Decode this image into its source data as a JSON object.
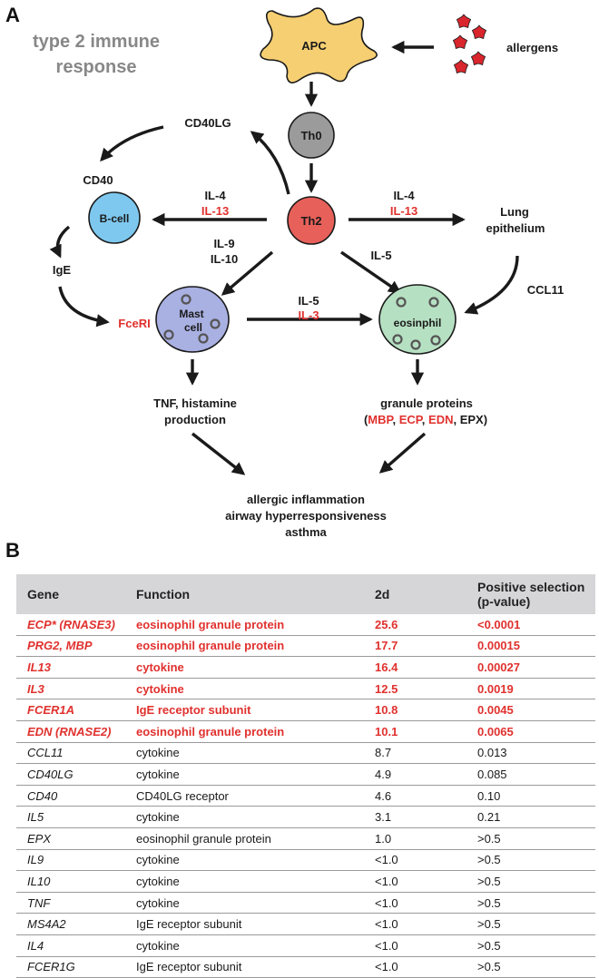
{
  "panel_a": {
    "letter": "A",
    "title_line1": "type 2 immune",
    "title_line2": "response",
    "nodes": {
      "apc": "APC",
      "th0": "Th0",
      "th2": "Th2",
      "bcell": "B-cell",
      "mast_line1": "Mast",
      "mast_line2": "cell",
      "eosinophil": "eosinphil"
    },
    "labels": {
      "allergens": "allergens",
      "cd40lg": "CD40LG",
      "cd40": "CD40",
      "ige": "IgE",
      "fceri": "FceRI",
      "il4_left": "IL-4",
      "il13_left": "IL-13",
      "il9": "IL-9",
      "il10": "IL-10",
      "il4_right": "IL-4",
      "il13_right": "IL-13",
      "lung_line1": "Lung",
      "lung_line2": "epithelium",
      "il5_diag": "IL-5",
      "ccl11": "CCL11",
      "il5_mid": "IL-5",
      "il3_mid": "IL-3",
      "tnf_line1": "TNF, histamine",
      "tnf_line2": "production",
      "granule_line1": "granule proteins",
      "granule_paren_open": "(",
      "granule_mbp": "MBP",
      "granule_sep1": ", ",
      "granule_ecp": "ECP",
      "granule_sep2": ", ",
      "granule_edn": "EDN",
      "granule_epx": ", EPX)",
      "outcome_line1": "allergic inflammation",
      "outcome_line2": "airway hyperresponsiveness",
      "outcome_line3": "asthma"
    },
    "colors": {
      "red": "#e0312e",
      "apc_fill": "#f6cf72",
      "th0_fill": "#9b9b9b",
      "th2_fill": "#e8605a",
      "bcell_fill": "#7ec8ef",
      "mast_fill": "#a9b0e2",
      "eos_fill": "#b6e0c2",
      "allergen_fill": "#d8262c"
    }
  },
  "panel_b": {
    "letter": "B",
    "headers": {
      "gene": "Gene",
      "function": "Function",
      "twod": "2d",
      "psel_line1": "Positive selection",
      "psel_line2": "(p-value)"
    },
    "rows": [
      {
        "gene": "ECP* (RNASE3)",
        "function": "eosinophil granule protein",
        "twod": "25.6",
        "p": "<0.0001",
        "highlight": true
      },
      {
        "gene": "PRG2, MBP",
        "function": "eosinophil granule protein",
        "twod": "17.7",
        "p": "0.00015",
        "highlight": true
      },
      {
        "gene": "IL13",
        "function": "cytokine",
        "twod": "16.4",
        "p": "0.00027",
        "highlight": true
      },
      {
        "gene": "IL3",
        "function": "cytokine",
        "twod": "12.5",
        "p": "0.0019",
        "highlight": true
      },
      {
        "gene": "FCER1A",
        "function": "IgE receptor subunit",
        "twod": "10.8",
        "p": "0.0045",
        "highlight": true
      },
      {
        "gene": "EDN (RNASE2)",
        "function": "eosinophil granule protein",
        "twod": "10.1",
        "p": "0.0065",
        "highlight": true
      },
      {
        "gene": "CCL11",
        "function": "cytokine",
        "twod": "8.7",
        "p": "0.013",
        "highlight": false
      },
      {
        "gene": "CD40LG",
        "function": "cytokine",
        "twod": "4.9",
        "p": "0.085",
        "highlight": false
      },
      {
        "gene": "CD40",
        "function": "CD40LG receptor",
        "twod": "4.6",
        "p": "0.10",
        "highlight": false
      },
      {
        "gene": "IL5",
        "function": "cytokine",
        "twod": "3.1",
        "p": "0.21",
        "highlight": false
      },
      {
        "gene": "EPX",
        "function": "eosinophil granule protein",
        "twod": "1.0",
        "p": ">0.5",
        "highlight": false
      },
      {
        "gene": "IL9",
        "function": "cytokine",
        "twod": "<1.0",
        "p": ">0.5",
        "highlight": false
      },
      {
        "gene": "IL10",
        "function": "cytokine",
        "twod": "<1.0",
        "p": ">0.5",
        "highlight": false
      },
      {
        "gene": "TNF",
        "function": "cytokine",
        "twod": "<1.0",
        "p": ">0.5",
        "highlight": false
      },
      {
        "gene": "MS4A2",
        "function": "IgE receptor subunit",
        "twod": "<1.0",
        "p": ">0.5",
        "highlight": false
      },
      {
        "gene": "IL4",
        "function": "cytokine",
        "twod": "<1.0",
        "p": ">0.5",
        "highlight": false
      },
      {
        "gene": "FCER1G",
        "function": "IgE receptor subunit",
        "twod": "<1.0",
        "p": ">0.5",
        "highlight": false
      }
    ]
  }
}
